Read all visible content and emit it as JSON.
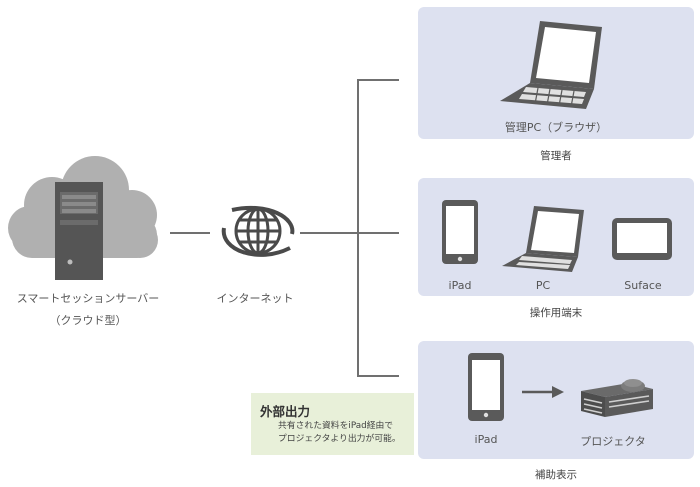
{
  "server": {
    "label": "スマートセッションサーバー",
    "sublabel": "（クラウド型）"
  },
  "internet": {
    "label": "インターネット"
  },
  "groups": [
    {
      "caption": "管理者",
      "devices": [
        {
          "label": "管理PC（ブラウザ）",
          "icon": "laptop-icon"
        }
      ]
    },
    {
      "caption": "操作用端末",
      "devices": [
        {
          "label": "iPad",
          "icon": "tablet-icon"
        },
        {
          "label": "PC",
          "icon": "laptop-icon"
        },
        {
          "label": "Suface",
          "icon": "surface-tablet-icon"
        }
      ]
    },
    {
      "caption": "補助表示",
      "devices": [
        {
          "label": "iPad",
          "icon": "tablet-icon"
        },
        {
          "label": "プロジェクタ",
          "icon": "projector-icon"
        }
      ]
    }
  ],
  "note": {
    "title": "外部出力",
    "line1": "共有された資料をiPad経由で",
    "line2": "プロジェクタより出力が可能。"
  },
  "colors": {
    "panel": "#dde1f0",
    "note": "#e8f0d9",
    "icon_dark": "#595959",
    "line": "#707070"
  }
}
